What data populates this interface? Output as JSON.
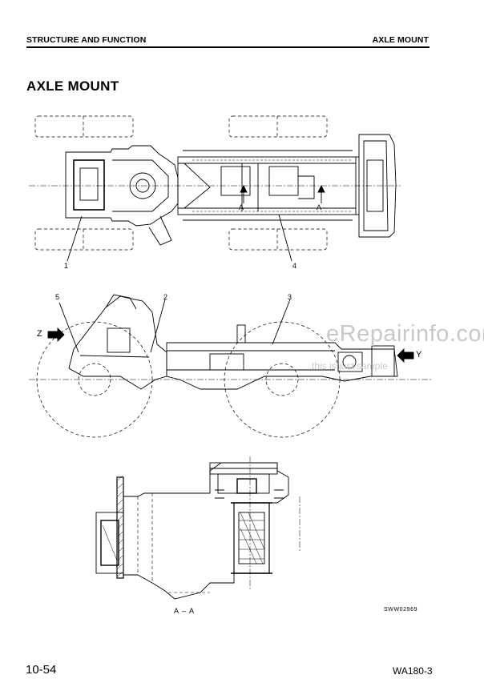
{
  "header": {
    "section": "STRUCTURE AND FUNCTION",
    "topic": "AXLE MOUNT"
  },
  "title": "AXLE MOUNT",
  "callouts": [
    "1",
    "2",
    "3",
    "4",
    "5"
  ],
  "view_labels": {
    "z": "Z",
    "y": "Y",
    "a_top_left": "A",
    "a_top_right": "A"
  },
  "section_label": "A – A",
  "figure_code": "SWW02969",
  "watermark": {
    "site": "eRepairinfo.com",
    "note": "this is just sample"
  },
  "footer": {
    "page": "10-54",
    "model": "WA180-3"
  }
}
